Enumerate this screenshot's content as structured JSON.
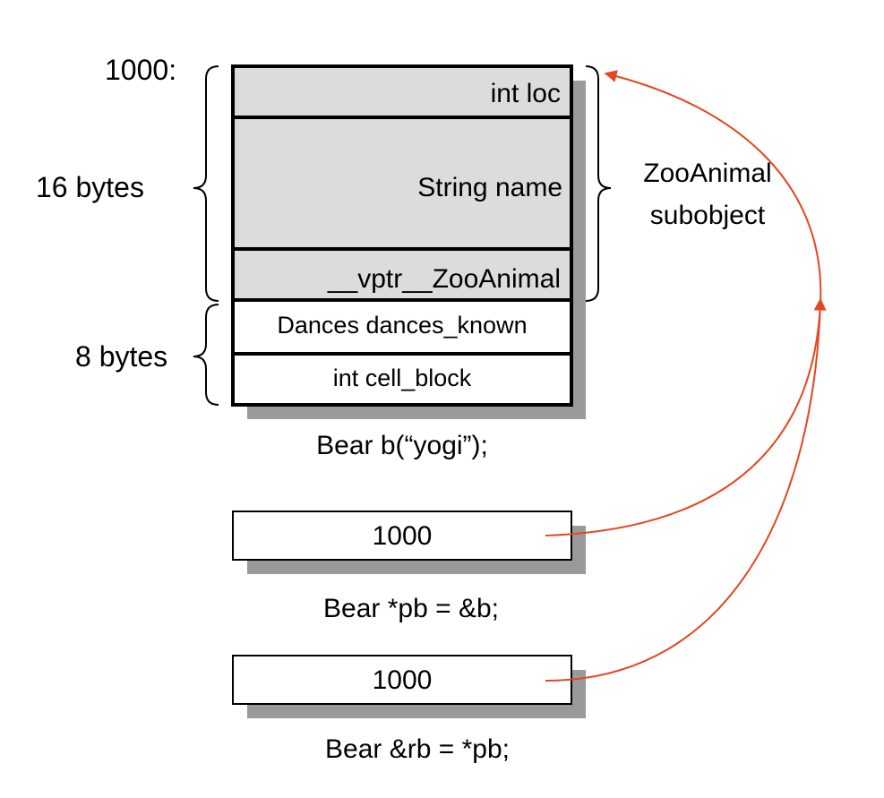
{
  "colors": {
    "object_fill": "#dcdcdc",
    "derived_fill": "#ffffff",
    "shadow": "#9a9a9a",
    "outline": "#000000",
    "arrow": "#e5461f"
  },
  "memory_object": {
    "address_label": "1000:",
    "fields": [
      {
        "label": "int loc",
        "part": "base"
      },
      {
        "label": "String name",
        "part": "base"
      },
      {
        "label": "__vptr__ZooAnimal",
        "part": "base"
      },
      {
        "label": "Dances dances_known",
        "part": "derived"
      },
      {
        "label": "int cell_block",
        "part": "derived"
      }
    ],
    "size_labels": [
      "16 bytes",
      "8 bytes"
    ],
    "subobject_label": [
      "ZooAnimal",
      "subobject"
    ],
    "declaration": "Bear b(“yogi”);"
  },
  "pointer_box": {
    "value": "1000",
    "declaration": "Bear *pb = &b;"
  },
  "reference_box": {
    "value": "1000",
    "declaration": "Bear &rb = *pb;"
  }
}
